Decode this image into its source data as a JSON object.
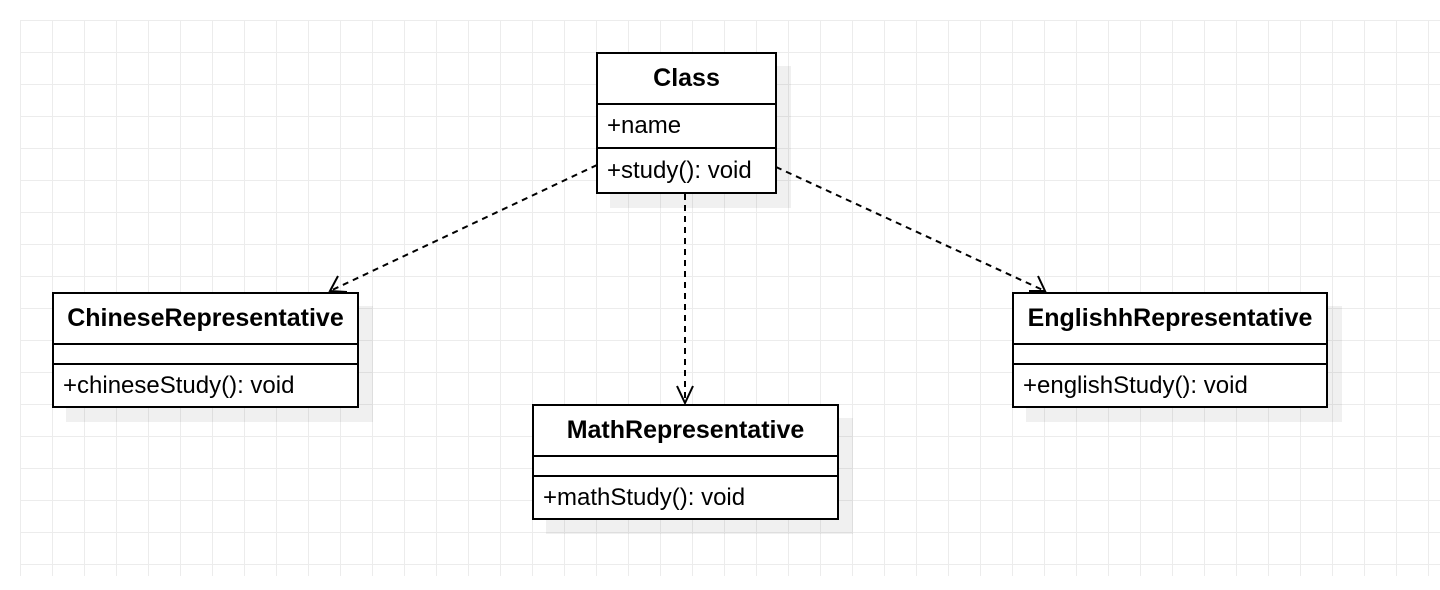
{
  "diagram": {
    "type": "uml-class-diagram",
    "classes": [
      {
        "id": "class",
        "name": "Class",
        "attributes": [
          "+name"
        ],
        "methods": [
          "+study(): void"
        ]
      },
      {
        "id": "chinese",
        "name": "ChineseRepresentative",
        "attributes": [],
        "methods": [
          "+chineseStudy(): void"
        ]
      },
      {
        "id": "math",
        "name": "MathRepresentative",
        "attributes": [],
        "methods": [
          "+mathStudy(): void"
        ]
      },
      {
        "id": "english",
        "name": "EnglishhRepresentative",
        "attributes": [],
        "methods": [
          "+englishStudy(): void"
        ]
      }
    ],
    "relationships": [
      {
        "from": "Class",
        "to": "ChineseRepresentative",
        "kind": "dependency"
      },
      {
        "from": "Class",
        "to": "MathRepresentative",
        "kind": "dependency"
      },
      {
        "from": "Class",
        "to": "EnglishhRepresentative",
        "kind": "dependency"
      }
    ],
    "colors": {
      "line": "#000000",
      "box_fill": "#ffffff",
      "grid": "#ececec"
    }
  }
}
